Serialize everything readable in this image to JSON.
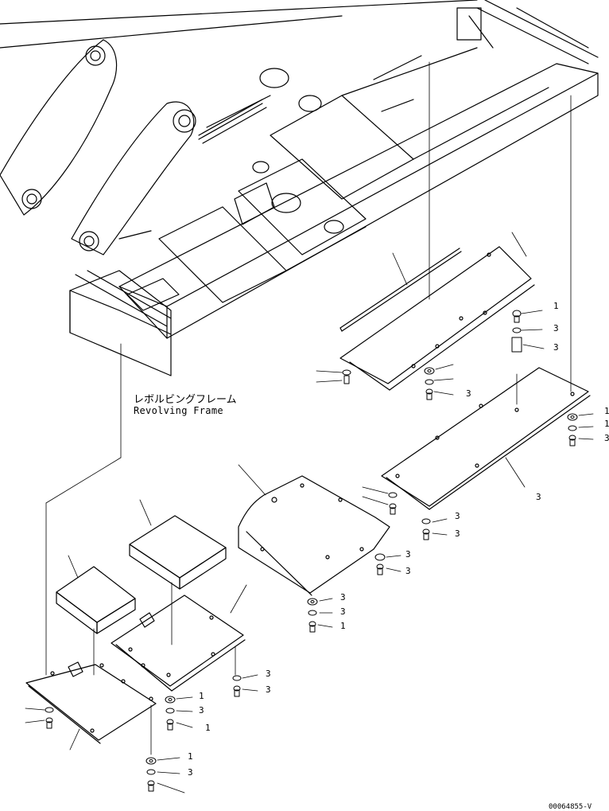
{
  "frame": {
    "label_jp": "レボルビングフレーム",
    "label_en": "Revolving Frame"
  },
  "drawing_code": "00064855-V",
  "callouts": [
    "1",
    "3",
    "3",
    "3",
    "3",
    "1",
    "1",
    "3",
    "3",
    "3",
    "3",
    "3",
    "3",
    "3",
    "3",
    "3",
    "1",
    "3",
    "3",
    "1",
    "1",
    "1"
  ]
}
